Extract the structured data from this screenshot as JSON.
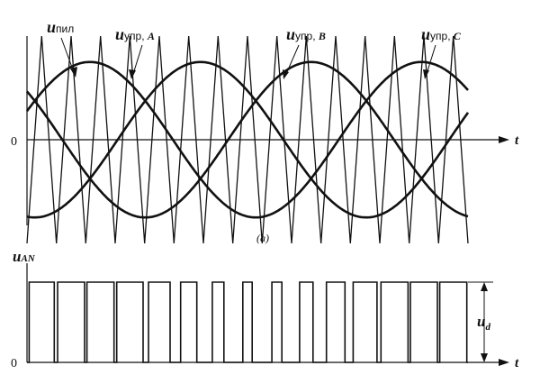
{
  "figure": {
    "panel_a_caption": "(a)",
    "time_axis_label": "t",
    "zero_label": "0",
    "lower_zero_label": "0",
    "lower_time_axis_label": "t",
    "carrier_label": {
      "symbol": "u",
      "subscript": "пил"
    },
    "control_labels": [
      {
        "symbol": "u",
        "subscript": "упр",
        "phase": "A"
      },
      {
        "symbol": "u",
        "subscript": "упр",
        "phase": "B"
      },
      {
        "symbol": "u",
        "subscript": "упр",
        "phase": "C"
      }
    ],
    "output_label": {
      "symbol": "u",
      "subscript": "AN"
    },
    "dc_label": {
      "symbol": "u",
      "subscript": "d"
    }
  },
  "chart_data": [
    {
      "type": "line",
      "panel": "a",
      "x_label": "t",
      "series": [
        {
          "name": "uпил",
          "waveform": "triangle",
          "cycles": 15,
          "amplitude": 1.0
        },
        {
          "name": "uупр, A",
          "waveform": "sine",
          "amplitude": 0.75,
          "phase_deg": 0
        },
        {
          "name": "uупр, B",
          "waveform": "sine",
          "amplitude": 0.75,
          "phase_deg": -120
        },
        {
          "name": "uупр, C",
          "waveform": "sine",
          "amplitude": 0.75,
          "phase_deg": 120
        }
      ],
      "fundamental_cycles_shown": 1.33
    },
    {
      "type": "line",
      "panel": "b",
      "series": [
        {
          "name": "uAN",
          "waveform": "pulse",
          "levels": [
            0,
            "Ud"
          ],
          "pulse_count": 15
        }
      ]
    }
  ]
}
